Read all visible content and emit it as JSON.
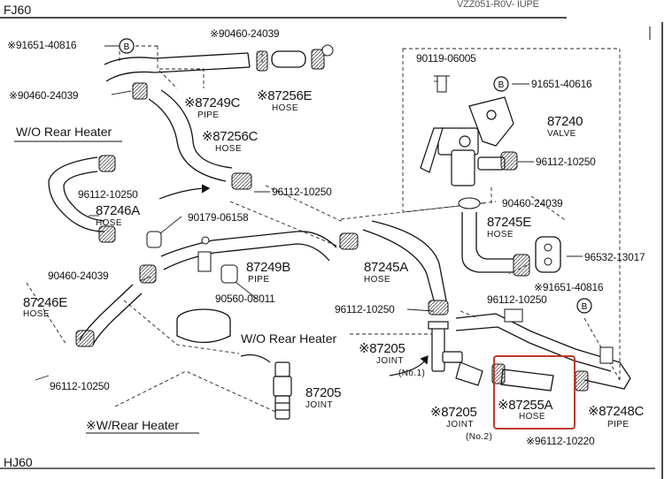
{
  "header": {
    "model_top": "FJ60",
    "model_bottom": "HJ60",
    "top_right_fragment": "VZZ051-R0V- IUPE"
  },
  "sections": {
    "wo_rear_heater_left": "W/O Rear Heater",
    "wo_rear_heater_center": "W/O Rear Heater",
    "w_rear_heater": "※W/Rear Heater"
  },
  "parts": [
    {
      "id": "p1",
      "number": "※91651-40816"
    },
    {
      "id": "p2",
      "number": "※90460-24039"
    },
    {
      "id": "p3",
      "number": "※90460-24039"
    },
    {
      "id": "p4",
      "number": "※87249C",
      "desc": "PIPE"
    },
    {
      "id": "p5",
      "number": "※87256E",
      "desc": "HOSE"
    },
    {
      "id": "p6",
      "number": "※87256C",
      "desc": "HOSE"
    },
    {
      "id": "p7",
      "number": "96112-10250"
    },
    {
      "id": "p8",
      "number": "96112-10250"
    },
    {
      "id": "p9",
      "number": "87246A",
      "desc": "HOSE"
    },
    {
      "id": "p10",
      "number": "90179-06158"
    },
    {
      "id": "p11",
      "number": "90460-24039"
    },
    {
      "id": "p12",
      "number": "87249B",
      "desc": "PIPE"
    },
    {
      "id": "p13",
      "number": "87246E",
      "desc": "HOSE"
    },
    {
      "id": "p14",
      "number": "90560-08011"
    },
    {
      "id": "p15",
      "number": "87245A",
      "desc": "HOSE"
    },
    {
      "id": "p16",
      "number": "96112-10250"
    },
    {
      "id": "p17",
      "number": "96112-10250"
    },
    {
      "id": "p18",
      "number": "90119-06005"
    },
    {
      "id": "p19",
      "number": "91651-40616"
    },
    {
      "id": "p20",
      "number": "87240",
      "desc": "VALVE"
    },
    {
      "id": "p21",
      "number": "96112-10250"
    },
    {
      "id": "p22",
      "number": "90460-24039"
    },
    {
      "id": "p23",
      "number": "87245E",
      "desc": "HOSE"
    },
    {
      "id": "p24",
      "number": "96532-13017"
    },
    {
      "id": "p25",
      "number": "96112-10250"
    },
    {
      "id": "p26",
      "number": "※91651-40816"
    },
    {
      "id": "p27",
      "number": "※87205",
      "desc": "JOINT",
      "note": "(No.1)"
    },
    {
      "id": "p28",
      "number": "87205",
      "desc": "JOINT"
    },
    {
      "id": "p29",
      "number": "※87205",
      "desc": "JOINT",
      "note": "(No.2)"
    },
    {
      "id": "p30",
      "number": "※87255A",
      "desc": "HOSE"
    },
    {
      "id": "p31",
      "number": "※96112-10220"
    },
    {
      "id": "p32",
      "number": "※87248C",
      "desc": "PIPE"
    }
  ],
  "bolt_marks": [
    "B",
    "B",
    "B"
  ],
  "highlight": {
    "part": "※87255A",
    "color": "#c0392b"
  }
}
